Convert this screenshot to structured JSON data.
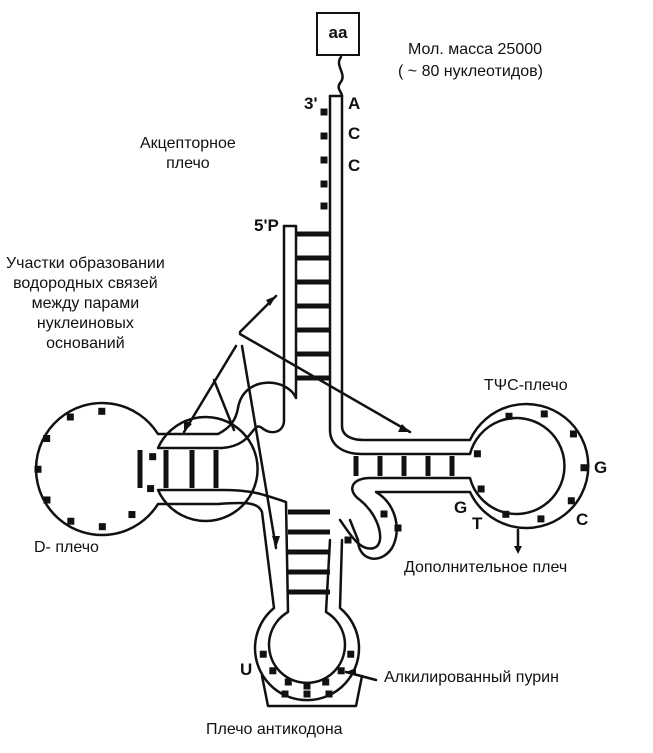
{
  "amino_acid": "aa",
  "mass_label": "Мол. масса 25000",
  "nucleotides_label": "( ~ 80 нуклеотидов)",
  "end_3": "3'",
  "end_5": "5'P",
  "cca": [
    "A",
    "C",
    "C"
  ],
  "acceptor_label": "Акцепторное\nплечо",
  "hbond_label": "Участки образовании\nводородных связей\nмежду парами\nнуклеиновых\nоснований",
  "t_arm_label": "TΨC-плечо",
  "d_arm_label": "D- плечо",
  "extra_arm_label": "Дополнительное плеч",
  "anticodon_label": "Плечо антикодона",
  "alkyl_label": "Алкилированный пурин",
  "loop_letters": {
    "g1": "G",
    "c": "C",
    "g2": "G",
    "t": "T",
    "u": "U"
  },
  "colors": {
    "ink": "#111111",
    "paper": "#ffffff"
  }
}
